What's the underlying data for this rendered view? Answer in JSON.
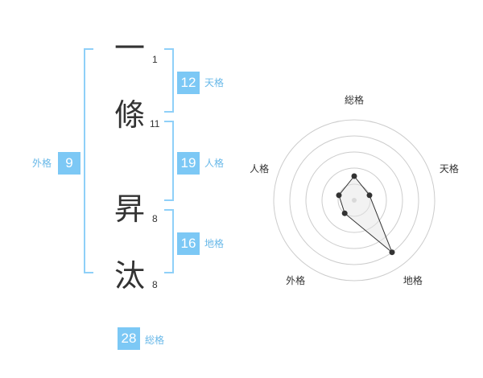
{
  "name_chars": [
    {
      "char": "一",
      "strokes": "1"
    },
    {
      "char": "條",
      "strokes": "11"
    },
    {
      "char": "昇",
      "strokes": "8"
    },
    {
      "char": "汰",
      "strokes": "8"
    }
  ],
  "badges": {
    "tenkaku": {
      "value": "12",
      "label": "天格"
    },
    "jinkaku": {
      "value": "19",
      "label": "人格"
    },
    "chikaku": {
      "value": "16",
      "label": "地格"
    },
    "gaikaku": {
      "value": "9",
      "label": "外格"
    },
    "soukaku": {
      "value": "28",
      "label": "総格"
    }
  },
  "colors": {
    "badge": "#7cc8f5",
    "bracket": "#8fd0f8",
    "label": "#68b8e8",
    "radar_grid": "#cccccc",
    "radar_fill": "#e6e6e6",
    "radar_line": "#333333"
  },
  "chart_data": {
    "type": "radar",
    "categories": [
      "総格",
      "天格",
      "地格",
      "外格",
      "人格"
    ],
    "values": [
      1.5,
      1.0,
      4.0,
      1.0,
      1.0
    ],
    "rmax": 5,
    "rings": 5
  }
}
